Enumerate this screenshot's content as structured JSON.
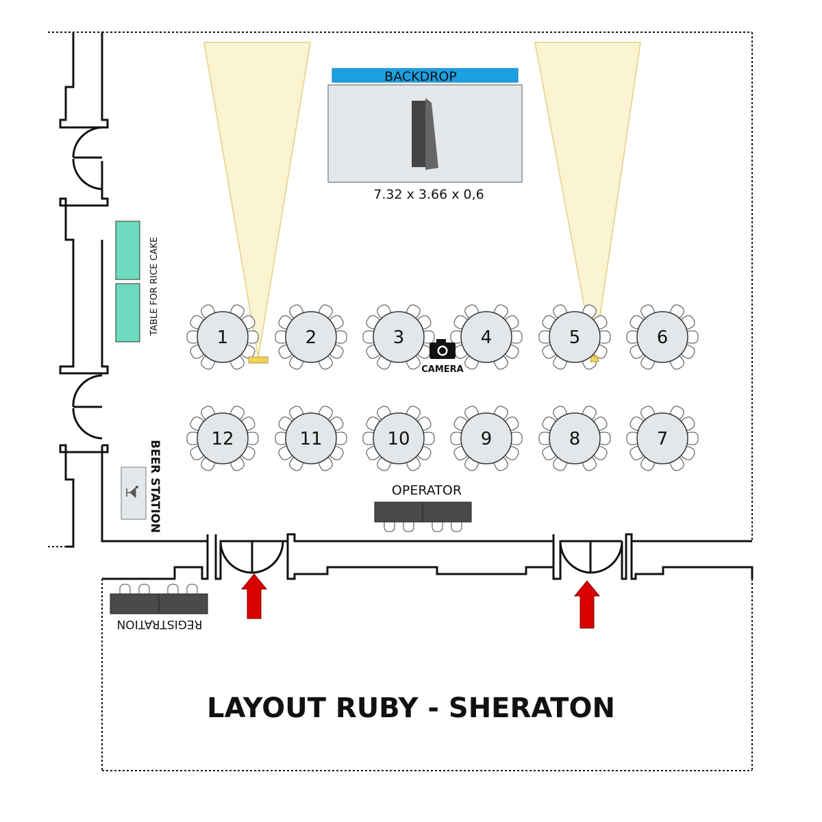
{
  "title": "LAYOUT RUBY - SHERATON",
  "stage": {
    "backdrop_label": "BACKDROP",
    "dimensions": "7.32 x 3.66 x 0,6"
  },
  "labels": {
    "camera": "CAMERA",
    "operator": "OPERATOR",
    "rice_cake_table": "TABLE FOR RICE CAKE",
    "beer_station": "BEER STATION",
    "registration": "REGISTRATION"
  },
  "tables": {
    "front_row": [
      "1",
      "2",
      "3",
      "4",
      "5",
      "6"
    ],
    "back_row": [
      "12",
      "11",
      "10",
      "9",
      "8",
      "7"
    ]
  },
  "icons": [
    "camera-icon",
    "cocktail-glass-icon",
    "entrance-arrow-icon",
    "spotlight-icon"
  ],
  "colors": {
    "backdrop": "#1ba0e2",
    "stage": "#e5e8ea",
    "light_beam": "#fbf4d3",
    "light_beam_stroke": "#e8d99a",
    "spotlight": "#f0d35a",
    "rice_cake_table": "#6ddbbd",
    "table_fill": "#e4e7e9",
    "operator_desk": "#4a4a4a",
    "arrow": "#d90000"
  }
}
